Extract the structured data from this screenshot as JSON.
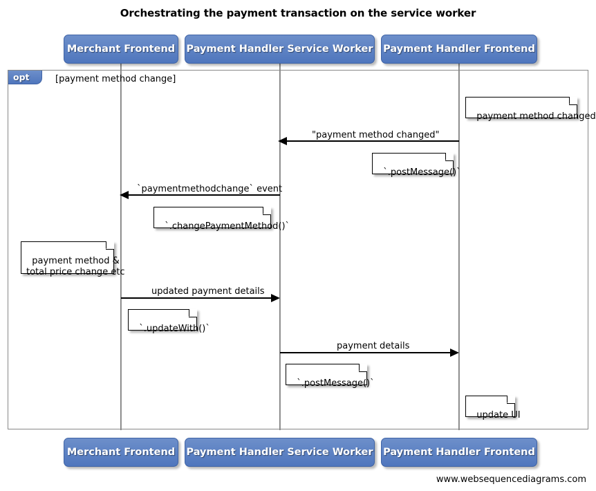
{
  "title": "Orchestrating the payment transaction on the service worker",
  "participants": [
    {
      "name": "Merchant Frontend",
      "key": "merchant-frontend"
    },
    {
      "name": "Payment Handler Service Worker",
      "key": "payment-handler-service-worker"
    },
    {
      "name": "Payment Handler Frontend",
      "key": "payment-handler-frontend"
    }
  ],
  "fragment": {
    "type": "opt",
    "guard": "[payment method change]"
  },
  "messages": [
    {
      "label": "\"payment method changed\"",
      "from": "Payment Handler Frontend",
      "to": "Payment Handler Service Worker",
      "direction": "left"
    },
    {
      "label": "`paymentmethodchange` event",
      "from": "Payment Handler Service Worker",
      "to": "Merchant Frontend",
      "direction": "left"
    },
    {
      "label": "updated payment details",
      "from": "Merchant Frontend",
      "to": "Payment Handler Service Worker",
      "direction": "right"
    },
    {
      "label": "payment details",
      "from": "Payment Handler Service Worker",
      "to": "Payment Handler Frontend",
      "direction": "right"
    }
  ],
  "notes": [
    {
      "text": "payment method changed",
      "over": "Payment Handler Frontend"
    },
    {
      "text": "`.postMessage()`",
      "over": "Payment Handler Frontend"
    },
    {
      "text": "`.changePaymentMethod()`",
      "over": "Payment Handler Service Worker"
    },
    {
      "text": "payment method &\ntotal price change etc",
      "over": "Merchant Frontend"
    },
    {
      "text": "`.updateWith()`",
      "over": "Merchant Frontend"
    },
    {
      "text": "`.postMessage()`",
      "over": "Payment Handler Service Worker"
    },
    {
      "text": "update UI",
      "over": "Payment Handler Frontend"
    }
  ],
  "footer": {
    "url": "www.websequencediagrams.com"
  },
  "colors": {
    "participant_fill": "#5b80c4",
    "participant_border": "#3f63a5",
    "participant_text": "#ffffff",
    "frame_border": "#878787",
    "lifeline": "#9a9a9a",
    "line": "#000000"
  }
}
